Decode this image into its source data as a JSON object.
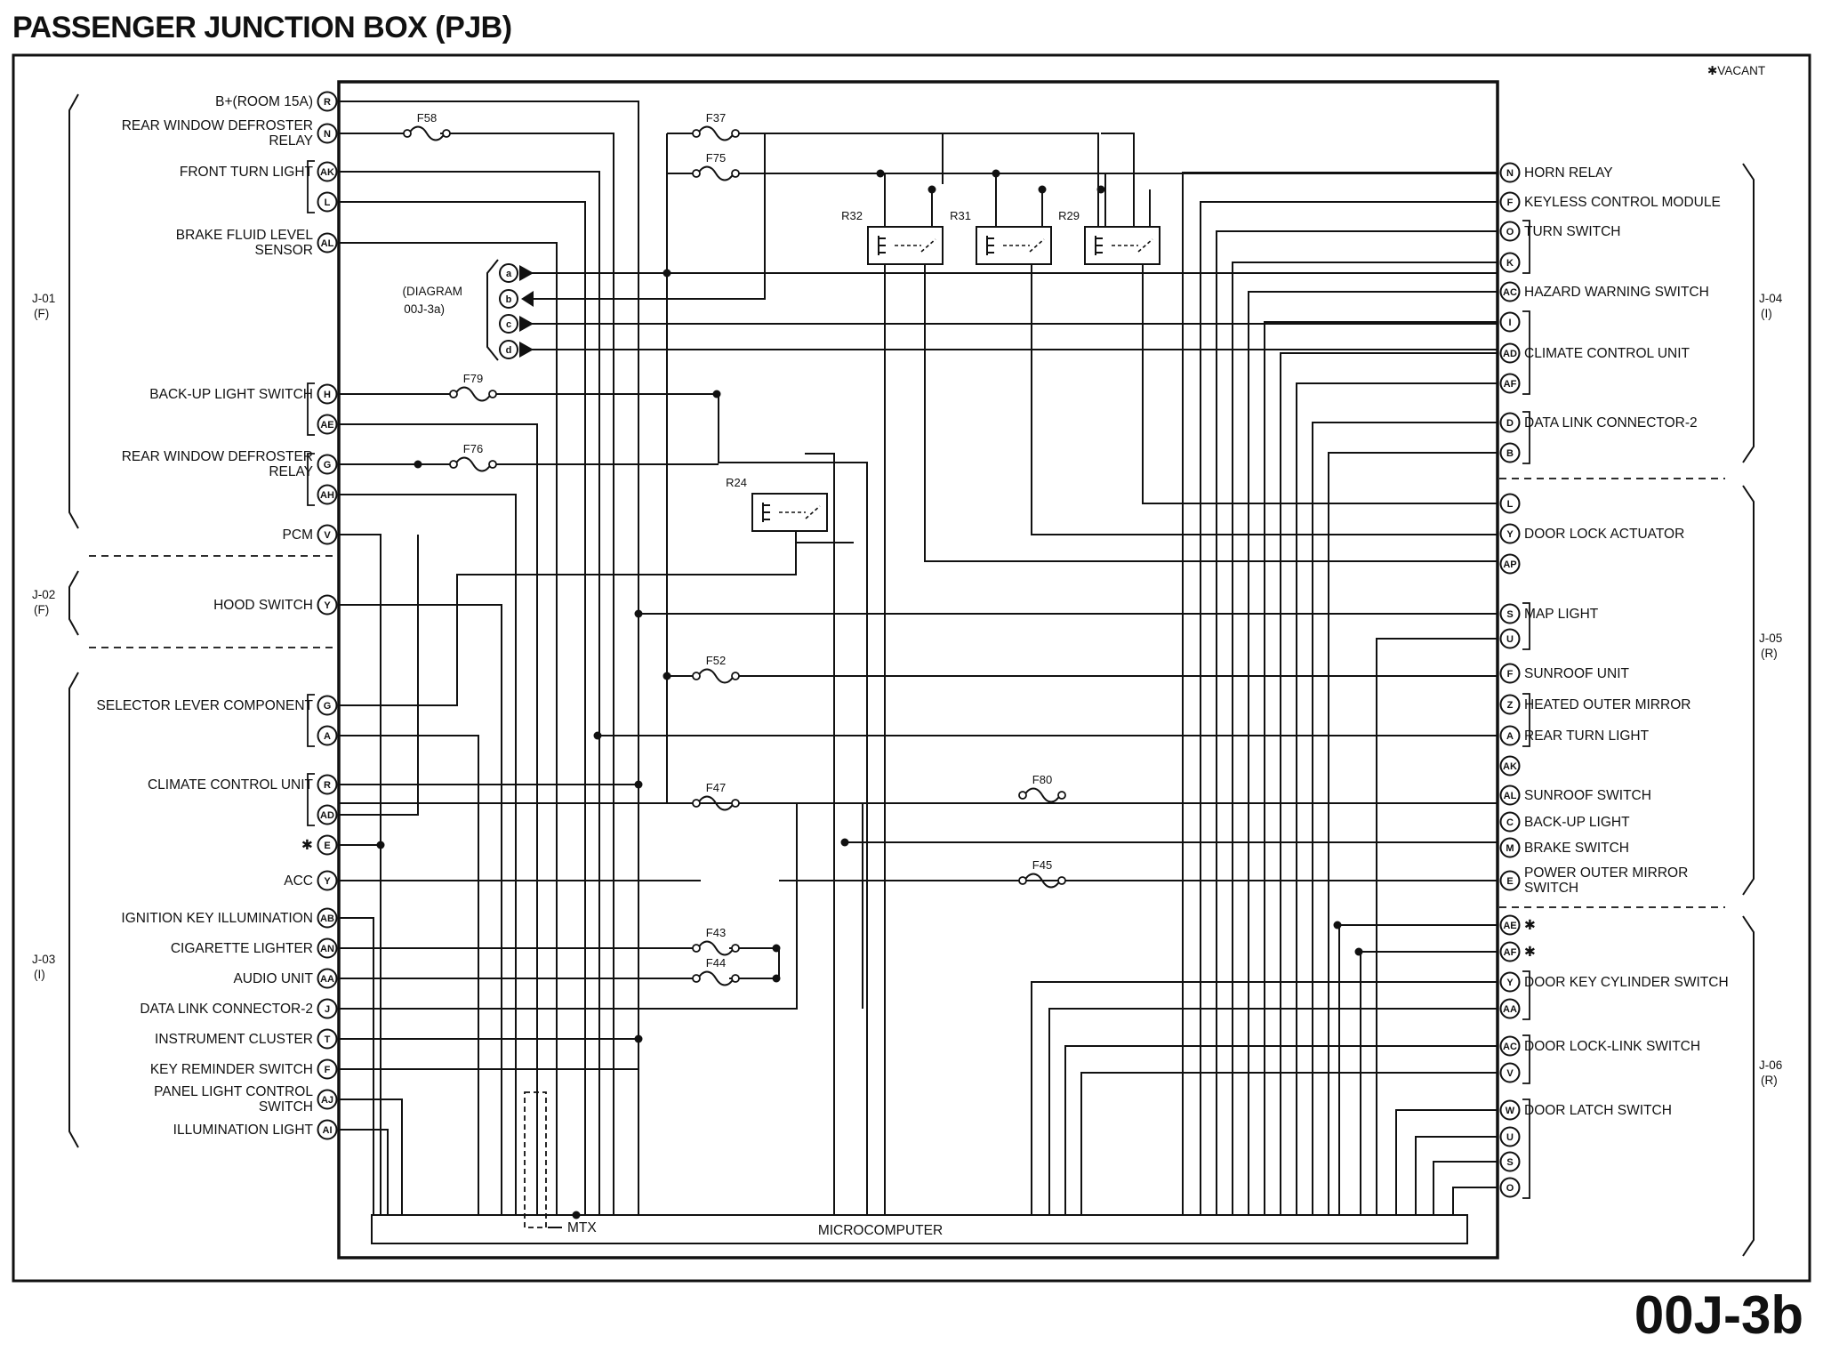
{
  "title": "PASSENGER JUNCTION BOX (PJB)",
  "diagram_code": "00J-3b",
  "legend_vacant": "✱VACANT",
  "microcomputer_label": "MICROCOMPUTER",
  "mtx_label": "MTX",
  "diagram_ref": [
    "(DIAGRAM",
    "00J-3a)"
  ],
  "connectors": [
    "a",
    "b",
    "c",
    "d"
  ],
  "left_pins": [
    {
      "pin": "R",
      "label": [
        "B+(ROOM 15A)"
      ]
    },
    {
      "pin": "N",
      "label": [
        "REAR WINDOW DEFROSTER",
        "RELAY"
      ]
    },
    {
      "pin": "AK",
      "label": [
        "FRONT TURN LIGHT"
      ]
    },
    {
      "pin": "L",
      "label": []
    },
    {
      "pin": "AL",
      "label": [
        "BRAKE FLUID LEVEL",
        "SENSOR"
      ]
    },
    {
      "pin": "H",
      "label": [
        "BACK-UP LIGHT SWITCH"
      ]
    },
    {
      "pin": "AE",
      "label": []
    },
    {
      "pin": "G",
      "label": [
        "REAR WINDOW DEFROSTER",
        "RELAY"
      ]
    },
    {
      "pin": "AH",
      "label": []
    },
    {
      "pin": "V",
      "label": [
        "PCM"
      ]
    },
    {
      "pin": "Y",
      "label": [
        "HOOD SWITCH"
      ]
    },
    {
      "pin": "G",
      "label": [
        "SELECTOR LEVER COMPONENT"
      ]
    },
    {
      "pin": "A",
      "label": []
    },
    {
      "pin": "R",
      "label": [
        "CLIMATE CONTROL UNIT"
      ]
    },
    {
      "pin": "AD",
      "label": []
    },
    {
      "pin": "E",
      "label": [
        "✱"
      ]
    },
    {
      "pin": "Y",
      "label": [
        "ACC"
      ]
    },
    {
      "pin": "AB",
      "label": [
        "IGNITION KEY ILLUMINATION"
      ]
    },
    {
      "pin": "AN",
      "label": [
        "CIGARETTE LIGHTER"
      ]
    },
    {
      "pin": "AA",
      "label": [
        "AUDIO UNIT"
      ]
    },
    {
      "pin": "J",
      "label": [
        "DATA LINK CONNECTOR-2"
      ]
    },
    {
      "pin": "T",
      "label": [
        "INSTRUMENT CLUSTER"
      ]
    },
    {
      "pin": "F",
      "label": [
        "KEY REMINDER SWITCH"
      ]
    },
    {
      "pin": "AJ",
      "label": [
        "PANEL LIGHT CONTROL",
        "SWITCH"
      ]
    },
    {
      "pin": "AI",
      "label": [
        "ILLUMINATION LIGHT"
      ]
    }
  ],
  "right_pins": [
    {
      "pin": "N",
      "label": [
        "HORN RELAY"
      ]
    },
    {
      "pin": "F",
      "label": [
        "KEYLESS CONTROL MODULE"
      ]
    },
    {
      "pin": "O",
      "label": [
        "TURN SWITCH"
      ]
    },
    {
      "pin": "K",
      "label": []
    },
    {
      "pin": "AC",
      "label": [
        "HAZARD WARNING SWITCH"
      ]
    },
    {
      "pin": "I",
      "label": []
    },
    {
      "pin": "AD",
      "label": [
        "CLIMATE CONTROL UNIT"
      ]
    },
    {
      "pin": "AF",
      "label": []
    },
    {
      "pin": "D",
      "label": [
        "DATA LINK CONNECTOR-2"
      ]
    },
    {
      "pin": "B",
      "label": []
    },
    {
      "pin": "L",
      "label": []
    },
    {
      "pin": "Y",
      "label": [
        "DOOR LOCK ACTUATOR"
      ]
    },
    {
      "pin": "AP",
      "label": []
    },
    {
      "pin": "S",
      "label": [
        "MAP LIGHT"
      ]
    },
    {
      "pin": "U",
      "label": []
    },
    {
      "pin": "F",
      "label": [
        "SUNROOF UNIT"
      ]
    },
    {
      "pin": "Z",
      "label": [
        "HEATED OUTER MIRROR"
      ]
    },
    {
      "pin": "A",
      "label": [
        "REAR TURN LIGHT"
      ]
    },
    {
      "pin": "AK",
      "label": []
    },
    {
      "pin": "AL",
      "label": [
        "SUNROOF SWITCH"
      ]
    },
    {
      "pin": "C",
      "label": [
        "BACK-UP LIGHT"
      ]
    },
    {
      "pin": "M",
      "label": [
        "BRAKE SWITCH"
      ]
    },
    {
      "pin": "E",
      "label": [
        "POWER OUTER MIRROR",
        "SWITCH"
      ]
    },
    {
      "pin": "AE",
      "label": [
        "✱"
      ]
    },
    {
      "pin": "AF",
      "label": [
        "✱"
      ]
    },
    {
      "pin": "Y",
      "label": [
        "DOOR KEY CYLINDER SWITCH"
      ]
    },
    {
      "pin": "AA",
      "label": []
    },
    {
      "pin": "AC",
      "label": [
        "DOOR LOCK-LINK SWITCH"
      ]
    },
    {
      "pin": "V",
      "label": []
    },
    {
      "pin": "W",
      "label": [
        "DOOR LATCH SWITCH"
      ]
    },
    {
      "pin": "U",
      "label": []
    },
    {
      "pin": "S",
      "label": []
    },
    {
      "pin": "O",
      "label": []
    }
  ],
  "left_groups": [
    {
      "name": "J-01",
      "side": "(F)"
    },
    {
      "name": "J-02",
      "side": "(F)"
    },
    {
      "name": "J-03",
      "side": "(I)"
    }
  ],
  "right_groups": [
    {
      "name": "J-04",
      "side": "(I)"
    },
    {
      "name": "J-05",
      "side": "(R)"
    },
    {
      "name": "J-06",
      "side": "(R)"
    }
  ],
  "fuses": [
    "F58",
    "F37",
    "F75",
    "F79",
    "F76",
    "F52",
    "F47",
    "F80",
    "F45",
    "F43",
    "F44"
  ],
  "relays": [
    "R32",
    "R31",
    "R29",
    "R24"
  ]
}
